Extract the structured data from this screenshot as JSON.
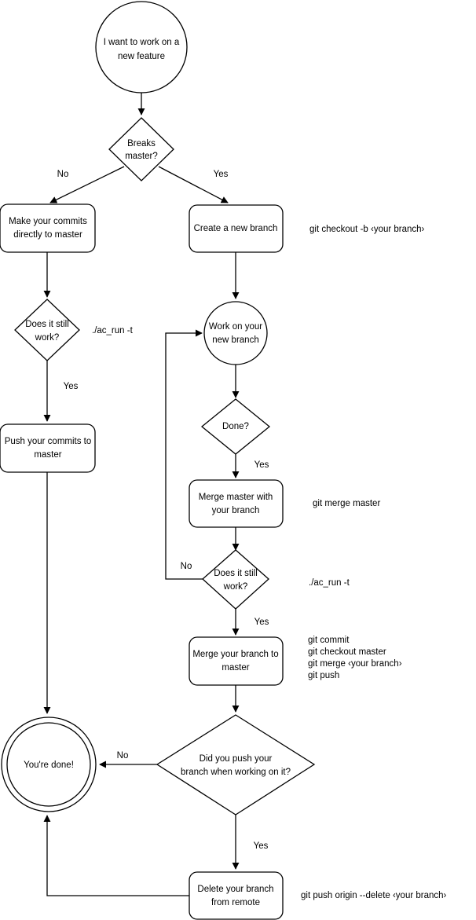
{
  "diagram": {
    "title": "Git feature branch workflow flowchart",
    "colors": {
      "background": "#ffffff",
      "stroke": "#000000",
      "text": "#000000"
    },
    "nodes": {
      "start": {
        "line1": "I want to work on a",
        "line2": "new feature"
      },
      "breaks_master": {
        "line1": "Breaks",
        "line2": "master?"
      },
      "make_commits": {
        "line1": "Make your commits",
        "line2": "directly to master"
      },
      "create_branch": {
        "line1": "Create a new branch",
        "line2": ""
      },
      "left_still_work": {
        "line1": "Does it still",
        "line2": "work?"
      },
      "push_commits": {
        "line1": "Push your commits to",
        "line2": "master"
      },
      "work_branch": {
        "line1": "Work on your",
        "line2": "new branch"
      },
      "done_q": {
        "line1": "Done?",
        "line2": ""
      },
      "merge_master_with": {
        "line1": "Merge master with",
        "line2": "your branch"
      },
      "right_still_work": {
        "line1": "Does it still",
        "line2": "work?"
      },
      "merge_branch_to_master": {
        "line1": "Merge your branch to",
        "line2": "master"
      },
      "did_you_push": {
        "line1": "Did you push your",
        "line2": "branch when working on it?"
      },
      "delete_branch": {
        "line1": "Delete your branch",
        "line2": "from remote"
      },
      "end": {
        "line1": "You're done!",
        "line2": ""
      }
    },
    "edge_labels": {
      "breaks_no": "No",
      "breaks_yes": "Yes",
      "left_work_yes": "Yes",
      "done_yes": "Yes",
      "right_work_no": "No",
      "right_work_yes": "Yes",
      "push_q_no": "No",
      "push_q_yes": "Yes"
    },
    "notes": {
      "checkout": "git checkout -b ‹your branch›",
      "left_test": "./ac_run -t",
      "merge_master": "git merge master",
      "right_test": "./ac_run -t",
      "merge_commands": [
        "git commit",
        "git checkout master",
        "git merge ‹your branch›",
        "git push"
      ],
      "delete_remote": "git push origin --delete ‹your branch›"
    }
  }
}
